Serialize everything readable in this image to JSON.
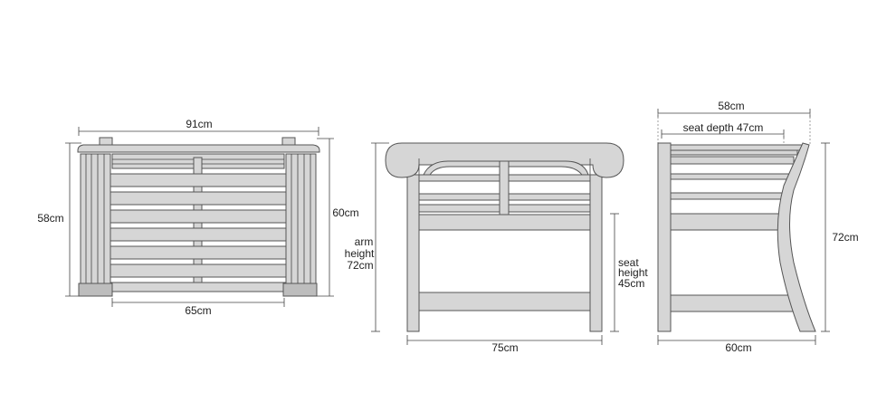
{
  "top_view": {
    "width_label": "91cm",
    "depth_label": "58cm",
    "total_depth_label": "60cm",
    "inner_width_label": "65cm"
  },
  "front_view": {
    "arm_height_label": [
      "arm",
      "height",
      "72cm"
    ],
    "seat_height_label": [
      "seat",
      "height",
      "45cm"
    ],
    "width_label": "75cm"
  },
  "side_view": {
    "total_depth_label": "58cm",
    "seat_depth_label": "seat depth 47cm",
    "height_label": "72cm",
    "base_depth_label": "60cm"
  },
  "colors": {
    "wood": "#d6d6d6",
    "outline": "#555555",
    "dimension_line": "#444444"
  }
}
